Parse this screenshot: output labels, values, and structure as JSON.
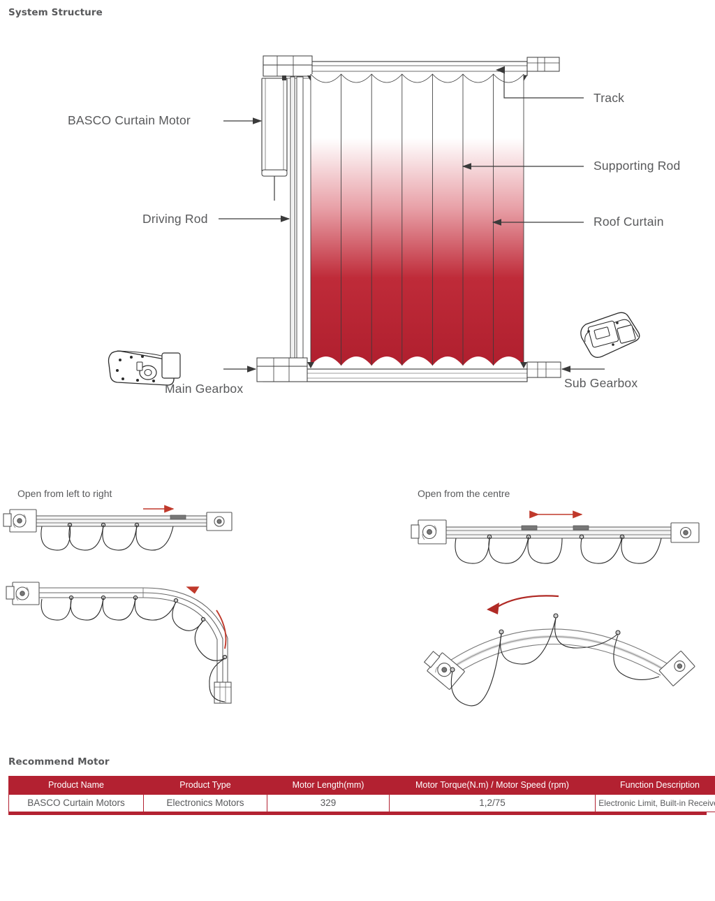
{
  "sections": {
    "system_structure_title": "System Structure",
    "recommend_motor_title": "Recommend Motor"
  },
  "main_diagram": {
    "labels": {
      "motor": "BASCO Curtain Motor",
      "driving_rod": "Driving Rod",
      "main_gearbox": "Main Gearbox",
      "track": "Track",
      "supporting_rod": "Supporting Rod",
      "roof_curtain": "Roof Curtain",
      "sub_gearbox": "Sub Gearbox"
    },
    "curtain_color": "#b01f2e",
    "curtain_panels": 7,
    "line_color": "#3a3a3a"
  },
  "open_modes": [
    {
      "id": "left-to-right",
      "label": "Open from left to right",
      "arrow": "single-right",
      "arrow_color": "#c0392b"
    },
    {
      "id": "from-centre",
      "label": "Open from the centre",
      "arrow": "double-horizontal",
      "arrow_color": "#c0392b"
    }
  ],
  "curved_tracks": [
    {
      "id": "bent-track-left",
      "arrow_color": "#c0392b"
    },
    {
      "id": "arched-track-right",
      "arrow_color": "#c0392b"
    }
  ],
  "recommend_motor_table": {
    "accent_color": "#b32131",
    "headers": [
      "Product Name",
      "Product Type",
      "Motor Length(mm)",
      "Motor Torque(N.m) / Motor Speed (rpm)",
      "Function Description"
    ],
    "rows": [
      [
        "BASCO Curtain Motors",
        "Electronics Motors",
        "329",
        "1,2/75",
        "Electronic Limit, Built-in Receiver"
      ]
    ]
  }
}
